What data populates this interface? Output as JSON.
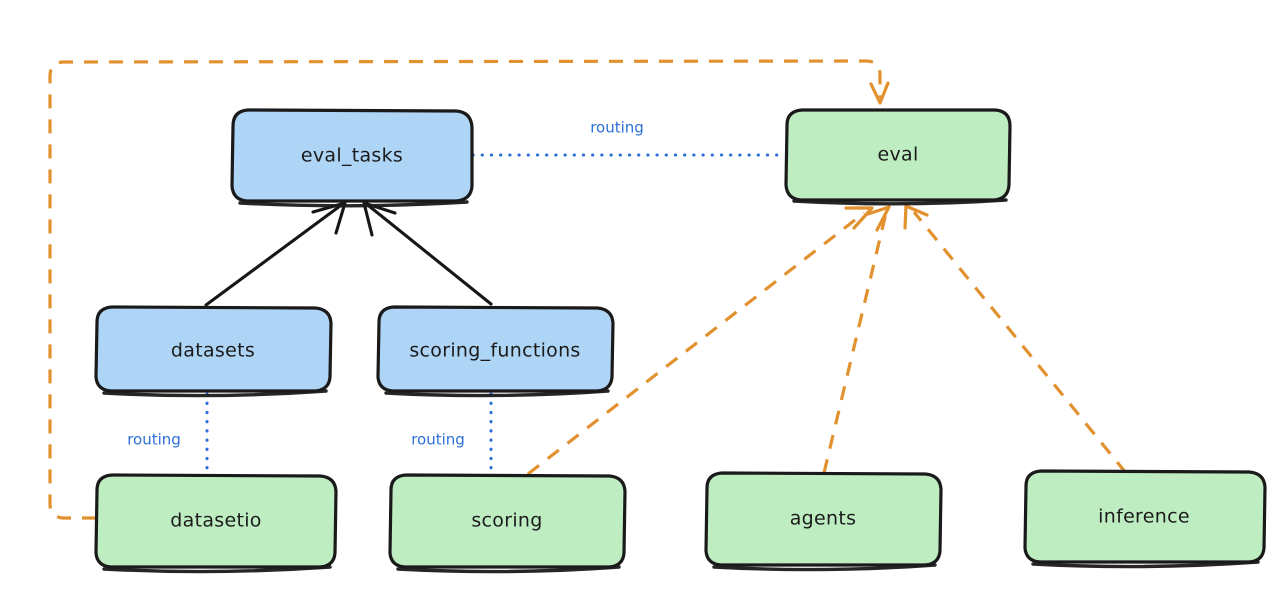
{
  "diagram": {
    "type": "flow-diagram",
    "style": "hand-drawn",
    "colors": {
      "blue_fill": "#aed4f6",
      "green_fill": "#bfedc2",
      "node_stroke": "#1a1a1a",
      "routing_blue": "#2f6fd8",
      "dependency_orange": "#e2912f",
      "background": "#ffffff"
    },
    "nodes": [
      {
        "id": "eval_tasks",
        "label": "eval_tasks",
        "kind": "api",
        "color": "blue"
      },
      {
        "id": "eval",
        "label": "eval",
        "kind": "provider",
        "color": "green"
      },
      {
        "id": "datasets",
        "label": "datasets",
        "kind": "api",
        "color": "blue"
      },
      {
        "id": "scoring_functions",
        "label": "scoring_functions",
        "kind": "api",
        "color": "blue"
      },
      {
        "id": "datasetio",
        "label": "datasetio",
        "kind": "provider",
        "color": "green"
      },
      {
        "id": "scoring",
        "label": "scoring",
        "kind": "provider",
        "color": "green"
      },
      {
        "id": "agents",
        "label": "agents",
        "kind": "provider",
        "color": "green"
      },
      {
        "id": "inference",
        "label": "inference",
        "kind": "provider",
        "color": "green"
      }
    ],
    "edges": [
      {
        "from": "eval_tasks",
        "to": "eval",
        "label": "routing",
        "style": "dotted",
        "color": "#2f6fd8"
      },
      {
        "from": "datasets",
        "to": "datasetio",
        "label": "routing",
        "style": "dotted",
        "color": "#2f6fd8"
      },
      {
        "from": "scoring_functions",
        "to": "scoring",
        "label": "routing",
        "style": "dotted",
        "color": "#2f6fd8"
      },
      {
        "from": "datasets",
        "to": "eval_tasks",
        "label": "",
        "style": "solid",
        "color": "#171717"
      },
      {
        "from": "scoring_functions",
        "to": "eval_tasks",
        "label": "",
        "style": "solid",
        "color": "#171717"
      },
      {
        "from": "datasetio",
        "to": "eval",
        "label": "",
        "style": "dashed",
        "color": "#e2912f"
      },
      {
        "from": "scoring",
        "to": "eval",
        "label": "",
        "style": "dashed",
        "color": "#e2912f"
      },
      {
        "from": "agents",
        "to": "eval",
        "label": "",
        "style": "dashed",
        "color": "#e2912f"
      },
      {
        "from": "inference",
        "to": "eval",
        "label": "",
        "style": "dashed",
        "color": "#e2912f"
      }
    ],
    "edge_labels": {
      "eval_tasks_to_eval": "routing",
      "datasets_to_datasetio": "routing",
      "scoring_functions_to_scoring": "routing"
    }
  }
}
